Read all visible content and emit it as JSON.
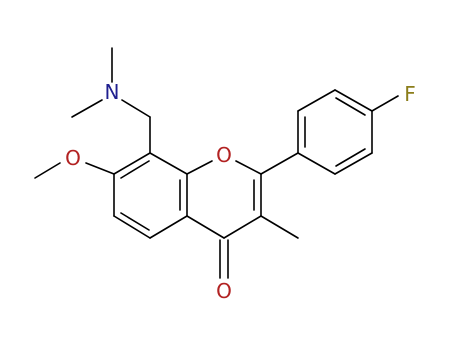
{
  "molecule": {
    "atoms": {
      "n": {
        "symbol": "N",
        "color": "#1f1f8f"
      },
      "o_methoxy": {
        "symbol": "O",
        "color": "#b22222"
      },
      "o_ring": {
        "symbol": "O",
        "color": "#b22222"
      },
      "o_carbonyl": {
        "symbol": "O",
        "color": "#b22222"
      },
      "f": {
        "symbol": "F",
        "color": "#8b7d1a"
      }
    },
    "colors": {
      "bond": "#000000",
      "background": "#ffffff"
    }
  }
}
